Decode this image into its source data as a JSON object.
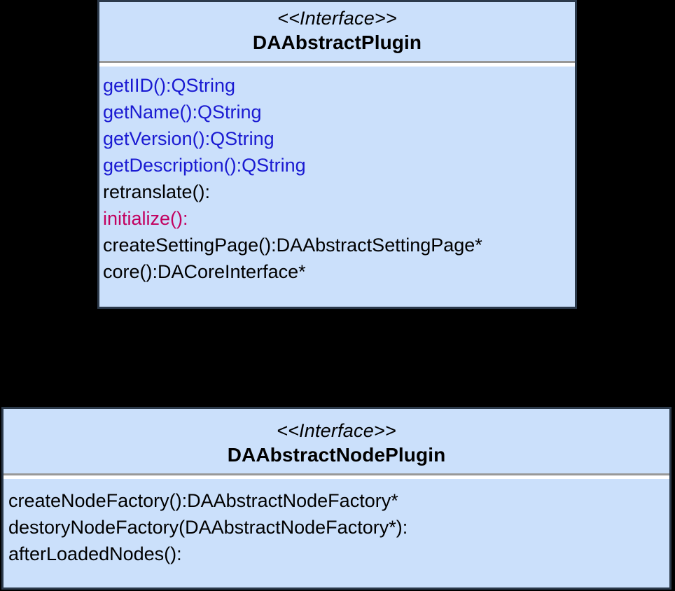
{
  "diagram": {
    "type": "uml-class-diagram",
    "background_color": "#000000",
    "class_fill_color": "#cbe0fb",
    "class_border_color": "#2c3a4b",
    "divider_color": "#989898",
    "member_colors": {
      "blue": "#1a1ad2",
      "black": "#000000",
      "crimson": "#c2005f"
    }
  },
  "classes": [
    {
      "id": "da-abstract-plugin",
      "stereotype": "<<Interface>>",
      "name": "DAAbstractPlugin",
      "members": [
        {
          "text": "getIID():QString",
          "color": "blue"
        },
        {
          "text": "getName():QString",
          "color": "blue"
        },
        {
          "text": "getVersion():QString",
          "color": "blue"
        },
        {
          "text": "getDescription():QString",
          "color": "blue"
        },
        {
          "text": "retranslate():",
          "color": "black"
        },
        {
          "text": "initialize():",
          "color": "crimson"
        },
        {
          "text": "createSettingPage():DAAbstractSettingPage*",
          "color": "black"
        },
        {
          "text": "core():DACoreInterface*",
          "color": "black"
        }
      ]
    },
    {
      "id": "da-abstract-node-plugin",
      "stereotype": "<<Interface>>",
      "name": "DAAbstractNodePlugin",
      "members": [
        {
          "text": "createNodeFactory():DAAbstractNodeFactory*",
          "color": "black"
        },
        {
          "text": "destoryNodeFactory(DAAbstractNodeFactory*):",
          "color": "black"
        },
        {
          "text": "afterLoadedNodes():",
          "color": "black"
        }
      ]
    }
  ]
}
